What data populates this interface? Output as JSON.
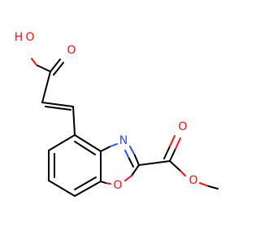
{
  "molecule": {
    "colors": {
      "carbon_bond": "#000000",
      "oxygen": "#ff0d0d",
      "nitrogen": "#3050f8",
      "background": "#ffffff"
    },
    "atoms": {
      "hydroxyl_oxygen": "O",
      "hydroxyl_hydrogen": "H",
      "acid_carbonyl_oxygen": "O",
      "ring_nitrogen": "N",
      "ring_oxygen": "O",
      "ester_carbonyl_oxygen": "O",
      "ester_oxygen": "O"
    }
  }
}
